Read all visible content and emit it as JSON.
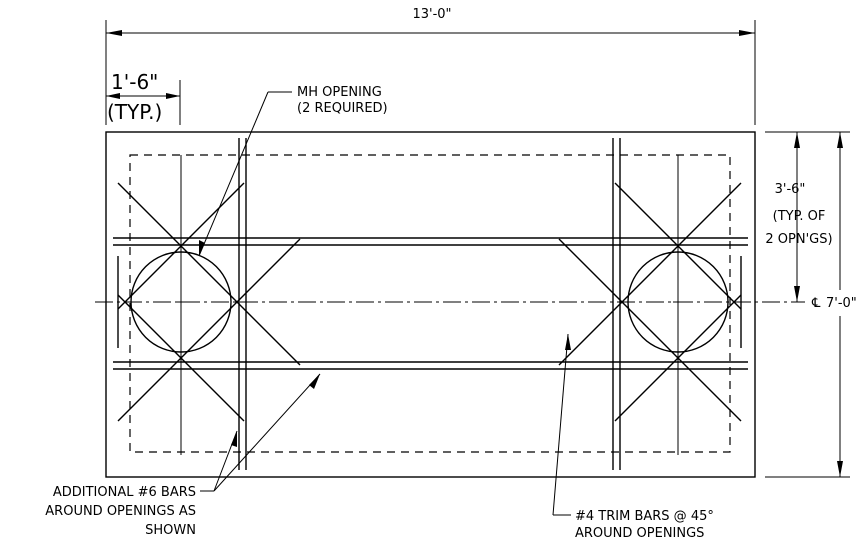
{
  "dimensions": {
    "overall_length": "13'-0\"",
    "opening_offset": "1'-6\"",
    "opening_offset_note": "(TYP.)",
    "opening_spacing": "3'-6\"",
    "opening_spacing_note_1": "(TYP. OF",
    "opening_spacing_note_2": "2 OPN'GS)",
    "centerline_symbol": "℄",
    "overall_width": "7'-0\""
  },
  "callouts": {
    "mh_opening_1": "MH OPENING",
    "mh_opening_2": "(2 REQUIRED)",
    "additional_bars_1": "ADDITIONAL #6 BARS",
    "additional_bars_2": "AROUND OPENINGS AS",
    "additional_bars_3": "SHOWN",
    "trim_bars_1": "#4 TRIM BARS @ 45°",
    "trim_bars_2": "AROUND OPENINGS"
  }
}
